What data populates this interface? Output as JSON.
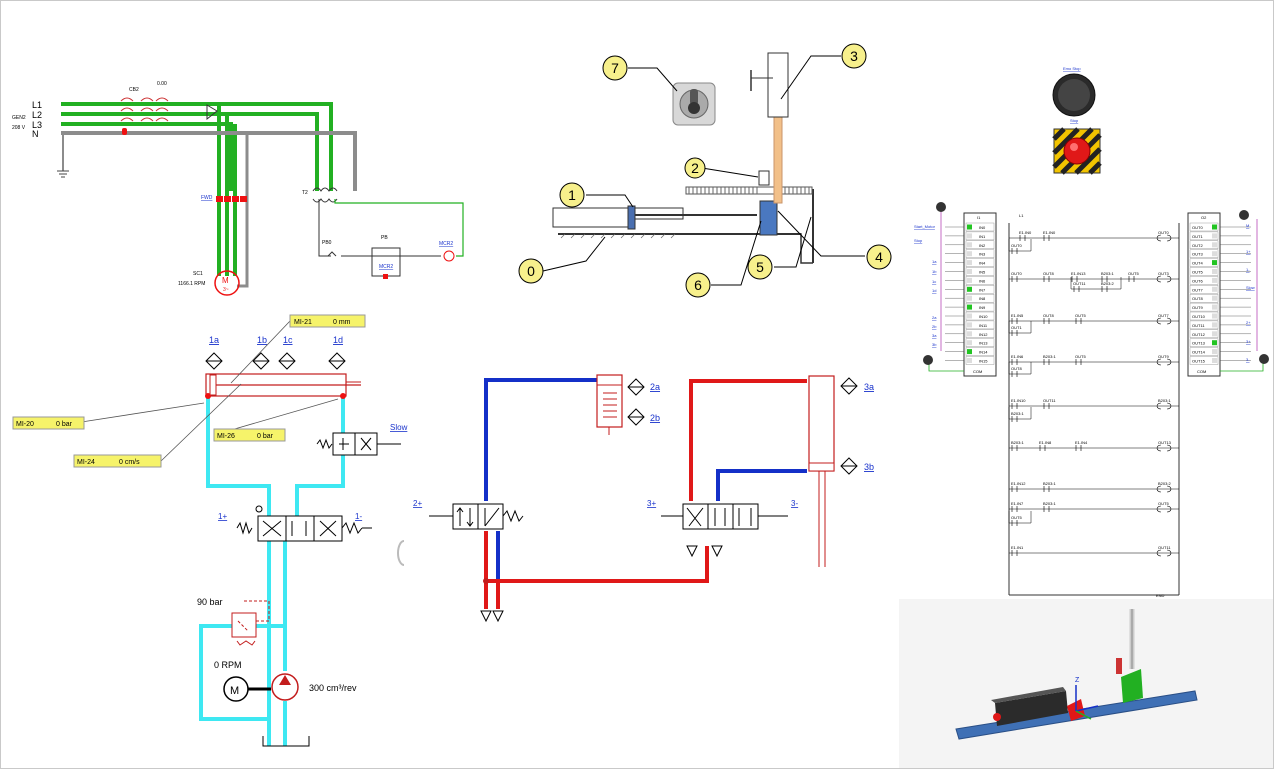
{
  "electrical": {
    "phases": [
      "L1",
      "L2",
      "L3",
      "N"
    ],
    "gen_label": "GEN2",
    "voltage": "208 V",
    "cb_label": "CB2",
    "cb_value": "0.00",
    "contactor_link": "FWD",
    "transformer_label": "T2",
    "pb0_label": "PB0",
    "pb_label": "PB",
    "mcr2_link": "MCR2",
    "mcr2_coil_link": "MCR2",
    "motor_label": "SC1",
    "motor_rpm": "1166.1 RPM",
    "motor_symbol": "M",
    "motor_sub": "3~"
  },
  "mechanism": {
    "callouts": [
      "0",
      "1",
      "2",
      "3",
      "4",
      "5",
      "6",
      "7"
    ]
  },
  "hydraulic": {
    "meter_position": {
      "name": "MI-21",
      "value": "0 mm"
    },
    "meter_p1": {
      "name": "MI-20",
      "value": "0 bar"
    },
    "meter_p2": {
      "name": "MI-26",
      "value": "0 bar"
    },
    "meter_speed": {
      "name": "MI-24",
      "value": "0 cm/s"
    },
    "sensor_links": [
      "1a",
      "1b",
      "1c",
      "1d"
    ],
    "slow_link": "Slow",
    "valve_plus_link": "1+",
    "valve_minus_link": "1-",
    "relief_pressure": "90 bar",
    "pump_rpm": "0 RPM",
    "pump_displacement": "300 cm³/rev",
    "motor_symbol": "M"
  },
  "pneumatic": {
    "sensor_2a": "2a",
    "sensor_2b": "2b",
    "sensor_3a": "3a",
    "sensor_3b": "3b",
    "valve2_plus": "2+",
    "valve3_plus": "3+",
    "valve3_minus": "3-"
  },
  "controls": {
    "stop_button_link": "Emo Stop",
    "stop_button_sub": "Stop"
  },
  "ladder": {
    "input_module": "I1",
    "output_module": "O2",
    "rail_label": "L1",
    "inputs": [
      "IN0",
      "IN1",
      "IN2",
      "IN3",
      "IN4",
      "IN5",
      "IN6",
      "IN7",
      "IN8",
      "IN9",
      "IN10",
      "IN11",
      "IN12",
      "IN13",
      "IN14",
      "IN15"
    ],
    "input_common": "COM",
    "outputs": [
      "OUT0",
      "OUT1",
      "OUT2",
      "OUT3",
      "OUT4",
      "OUT5",
      "OUT6",
      "OUT7",
      "OUT8",
      "OUT9",
      "OUT10",
      "OUT11",
      "OUT12",
      "OUT13",
      "OUT14",
      "OUT15"
    ],
    "output_common": "COM",
    "input_field_labels": [
      "Start_Motor",
      "Stop",
      "1a",
      "1b",
      "1c",
      "1d",
      "2a",
      "2b",
      "3a",
      "3b"
    ],
    "output_field_labels": [
      "M",
      "1+",
      "1-",
      "Slow",
      "2+",
      "3+",
      "3-"
    ],
    "end_label": "END",
    "rung_contacts": [
      [
        "E1.IN0",
        "E1.IN0"
      ],
      [
        "OUT0"
      ],
      [
        "OUT0",
        "OUT8",
        "E1.IN13",
        "B203:1",
        "OUT5"
      ],
      [
        "OUT11",
        "B203:2"
      ],
      [
        "E1.IN5",
        "OUT8",
        "OUT5"
      ],
      [
        "OUT1"
      ],
      [
        "E1.IN6",
        "B203:1",
        "OUT5"
      ],
      [
        "OUT8"
      ],
      [
        "E1.IN10",
        "OUT11"
      ],
      [
        "B203:1"
      ],
      [
        "B203:1",
        "E1.IN8",
        "E1.IN4"
      ],
      [
        "E1.IN12",
        "B203:1"
      ],
      [
        "E1.IN7",
        "B203:1"
      ],
      [
        "OUT5"
      ],
      [
        "E1.IN1"
      ]
    ],
    "rung_coils": [
      "OUT0",
      "OUT3",
      "OUT7",
      "OUT9",
      "B203:1",
      "OUT13",
      "B203:2",
      "OUT5",
      "OUT11"
    ]
  },
  "view3d": {
    "axis_z": "Z"
  },
  "colors": {
    "electric_green": "#22b022",
    "neutral_gray": "#8c8c8c",
    "hydraulic_cyan": "#3ee8f2",
    "hydraulic_red": "#c31d1d",
    "pneumatic_blue": "#1430c8",
    "pneumatic_red": "#e01818",
    "meter_yellow": "#f6f36a",
    "callout_yellow": "#f7f08c",
    "link_blue": "#1a33cc"
  }
}
